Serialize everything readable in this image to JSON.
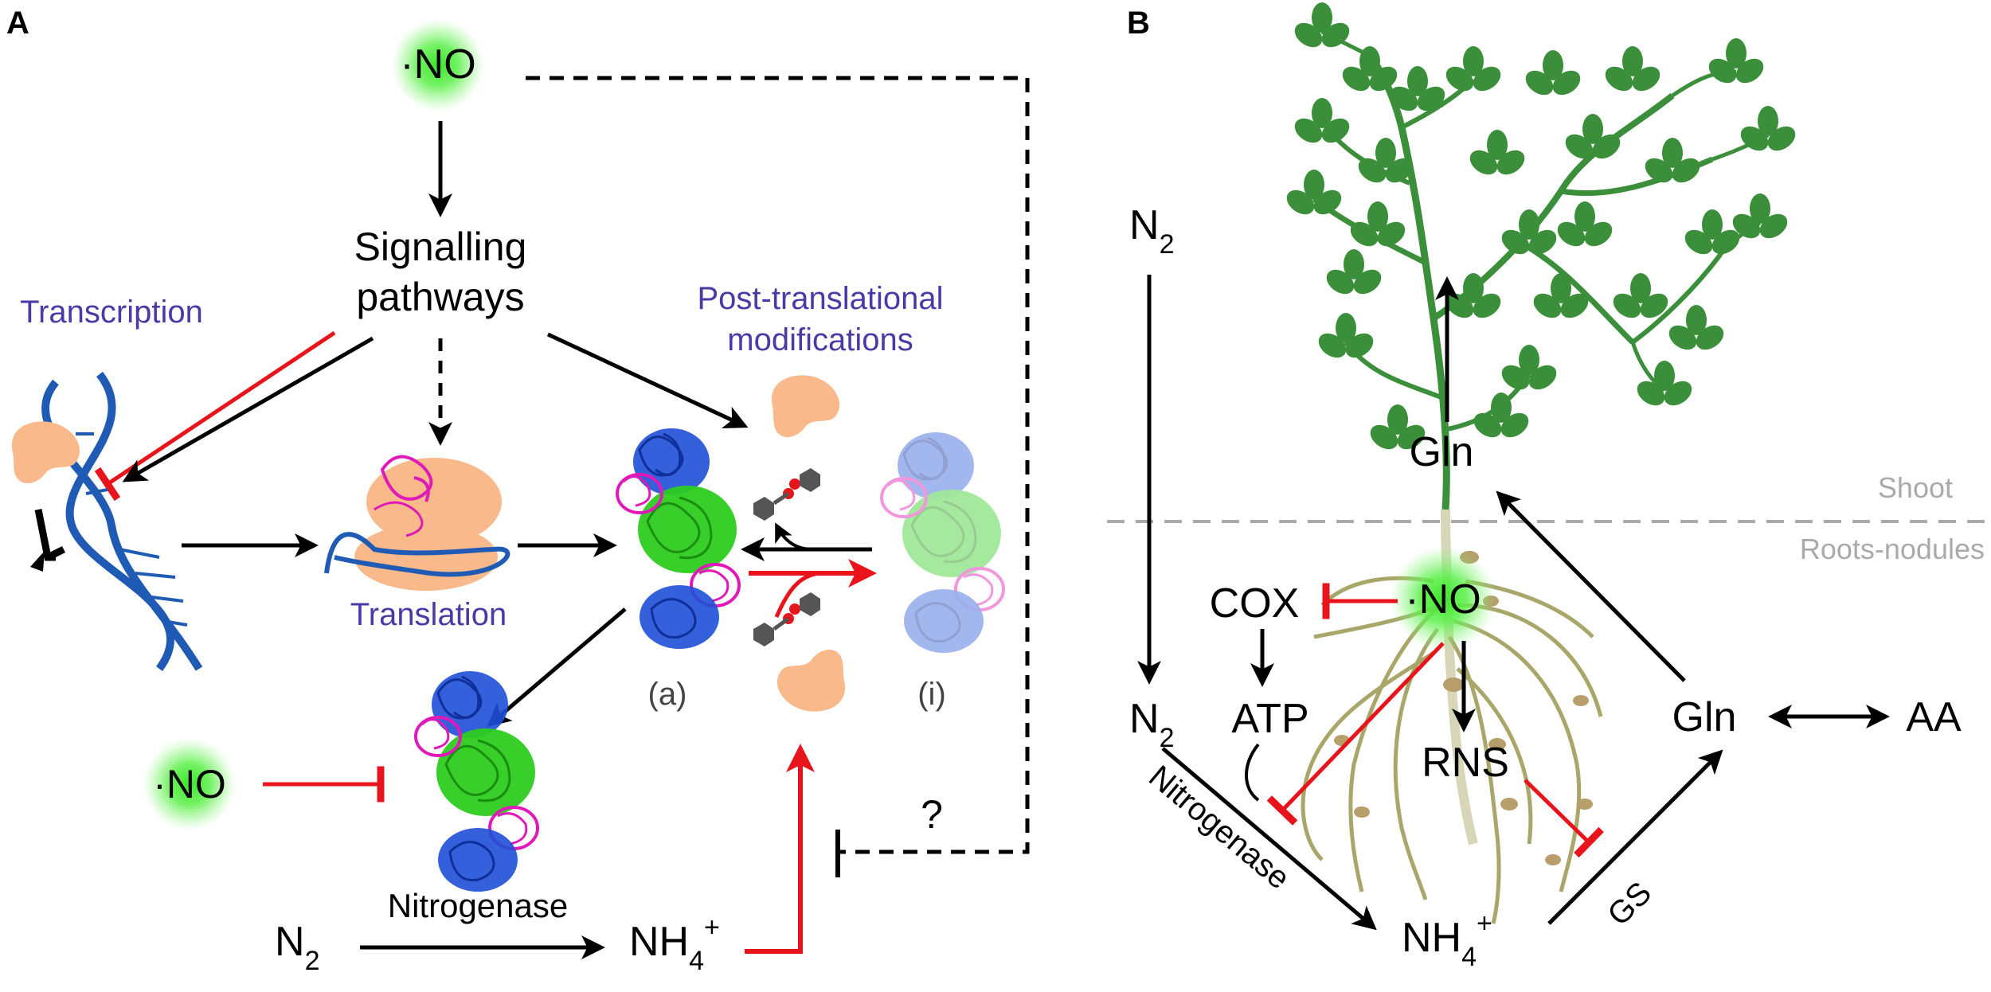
{
  "panel_a": {
    "letter": "A",
    "no_top": "·NO",
    "signalling_line1": "Signalling",
    "signalling_line2": "pathways",
    "transcription": "Transcription",
    "ptm_line1": "Post-translational",
    "ptm_line2": "modifications",
    "translation": "Translation",
    "state_active": "(a)",
    "state_inactive": "(i)",
    "no_left": "·NO",
    "question": "?",
    "nitrogenase": "Nitrogenase",
    "n2_base": "N",
    "n2_sub": "2",
    "nh4_base": "NH",
    "nh4_sub": "4",
    "nh4_sup": "+"
  },
  "panel_b": {
    "letter": "B",
    "n2_top_base": "N",
    "n2_top_sub": "2",
    "n2_bottom_base": "N",
    "n2_bottom_sub": "2",
    "gln_shoot": "Gln",
    "shoot_label": "Shoot",
    "roots_label": "Roots-nodules",
    "cox": "COX",
    "no_center": "·NO",
    "atp": "ATP",
    "rns": "RNS",
    "gln_root": "Gln",
    "aa": "AA",
    "nitrogenase": "Nitrogenase",
    "gs": "GS",
    "nh4_base": "NH",
    "nh4_sub": "4",
    "nh4_sup": "+"
  },
  "colors": {
    "arrow": "#000000",
    "inhibition": "#e8141b",
    "purple_label": "#4a3aa8",
    "no_glow": "#33e020",
    "enzyme_shape": "#f9b98a",
    "protein_blue": "#1e4fd8",
    "protein_green": "#2ecc1f",
    "protein_magenta": "#e01ab8",
    "dna": "#1f5bb5",
    "plant_leaf": "#3b8f3a",
    "root": "#a9a66a",
    "divider": "#aaaaaa"
  }
}
